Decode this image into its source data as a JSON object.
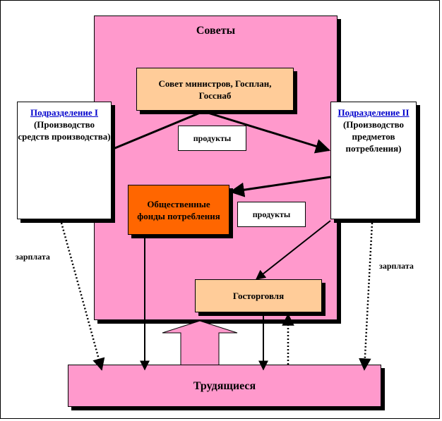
{
  "sovety": {
    "title": "Советы"
  },
  "sovet_ministrov": {
    "text": "Совет министров, Госплан, Госснаб"
  },
  "division_1": {
    "link": "Подразделение I",
    "desc": "(Производство средств производства)"
  },
  "division_2": {
    "link": "Подразделение II",
    "desc": "(Производство предметов потребления)"
  },
  "products_label_1": "продукты",
  "products_label_2": "продукты",
  "public_funds": {
    "text": "Общественные фонды потребления"
  },
  "gostorg": {
    "text": "Госторговля"
  },
  "workers": {
    "text": "Трудящиеся"
  },
  "salary_left": "зарплата",
  "salary_right": "зарплата",
  "colors": {
    "sovety_fill": "#ff99cc",
    "sovmin_fill": "#ffcc99",
    "public_funds_fill": "#ff6600",
    "gostorg_fill": "#ffcc99",
    "workers_fill": "#ff99cc",
    "link": "#0000cc"
  }
}
